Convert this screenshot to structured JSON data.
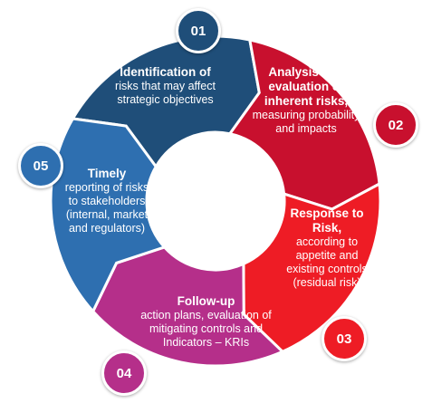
{
  "colors": {
    "step1": "#1f4e79",
    "step2": "#c8102e",
    "step3": "#ee1c25",
    "step4": "#b52f8a",
    "step5": "#2e6fb0"
  },
  "steps": [
    {
      "number": "01",
      "title": "Identification of",
      "body": "risks that may affect strategic objectives"
    },
    {
      "number": "02",
      "title": "Analysis and evaluation of inherent risks,",
      "body": "measuring probability and impacts"
    },
    {
      "number": "03",
      "title": "Response to Risk,",
      "body": "according to appetite and existing controls (residual risk)"
    },
    {
      "number": "04",
      "title": "Follow-up",
      "body": "action plans, evaluation of mitigating controls and Indicators – KRIs"
    },
    {
      "number": "05",
      "title": "Timely",
      "body": "reporting of risks to stakeholders (internal, market and regulators)"
    }
  ]
}
